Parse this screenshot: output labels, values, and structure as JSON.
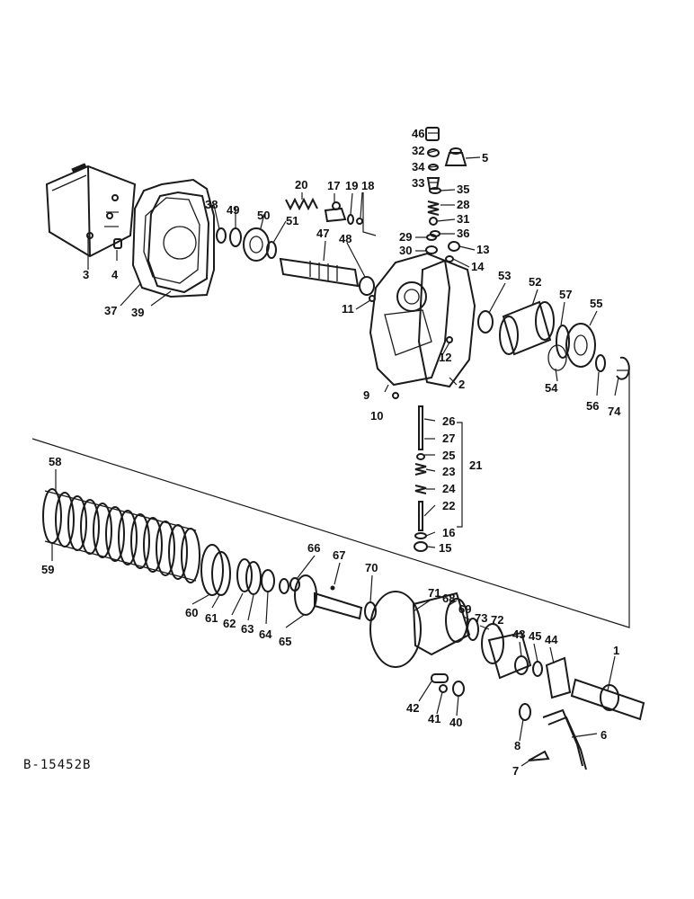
{
  "drawing_number": "B-15452B",
  "callouts": {
    "c1": "1",
    "c2": "2",
    "c3": "3",
    "c4": "4",
    "c5": "5",
    "c6": "6",
    "c7": "7",
    "c8": "8",
    "c9": "9",
    "c10": "10",
    "c11": "11",
    "c12": "12",
    "c13": "13",
    "c14": "14",
    "c15": "15",
    "c16": "16",
    "c17": "17",
    "c18": "18",
    "c19": "19",
    "c20": "20",
    "c21": "21",
    "c22": "22",
    "c23": "23",
    "c24": "24",
    "c25": "25",
    "c26": "26",
    "c27": "27",
    "c28": "28",
    "c29": "29",
    "c30": "30",
    "c31": "31",
    "c32": "32",
    "c33": "33",
    "c34": "34",
    "c35": "35",
    "c36": "36",
    "c37": "37",
    "c38": "38",
    "c39": "39",
    "c40": "40",
    "c41": "41",
    "c42": "42",
    "c43": "43",
    "c44": "44",
    "c45": "45",
    "c46": "46",
    "c47": "47",
    "c48": "48",
    "c49": "49",
    "c50": "50",
    "c51": "51",
    "c52": "52",
    "c53": "53",
    "c54": "54",
    "c55": "55",
    "c56": "56",
    "c57": "57",
    "c58": "58",
    "c59": "59",
    "c60": "60",
    "c61": "61",
    "c62": "62",
    "c63": "63",
    "c64": "64",
    "c65": "65",
    "c66": "66",
    "c67": "67",
    "c68": "68",
    "c69": "69",
    "c70": "70",
    "c71": "71",
    "c72": "72",
    "c73": "73",
    "c74": "74"
  }
}
